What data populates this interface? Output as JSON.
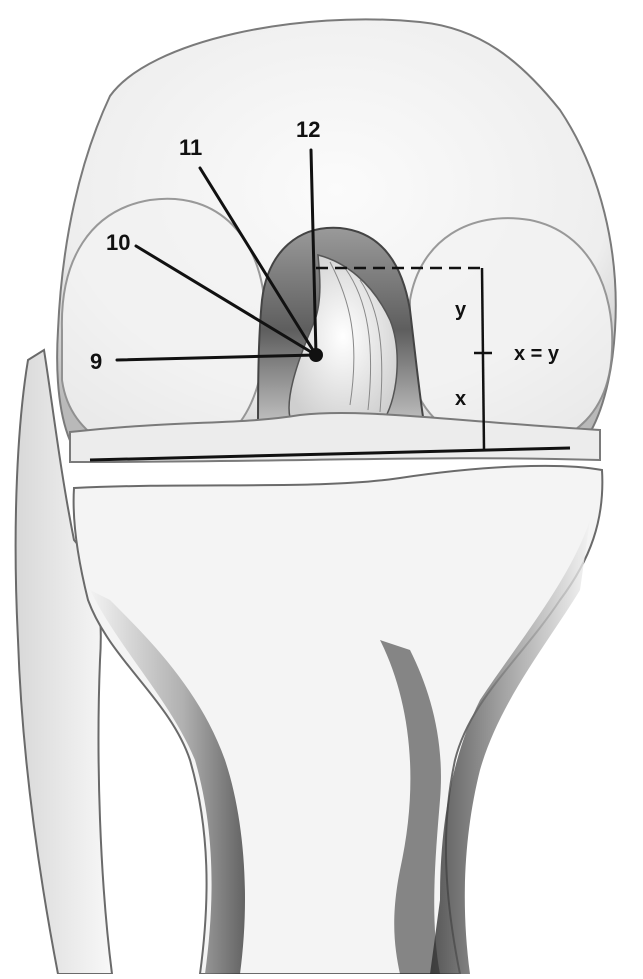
{
  "labels": {
    "clock_12": "12",
    "clock_11": "11",
    "clock_10": "10",
    "clock_9": "9",
    "measure_y": "y",
    "measure_x": "x",
    "equation": "x = y"
  },
  "colors": {
    "ink": "#111111",
    "bone_light": "#f7f7f7",
    "bone_shadow": "#8a8a8a",
    "background": "#ffffff"
  }
}
